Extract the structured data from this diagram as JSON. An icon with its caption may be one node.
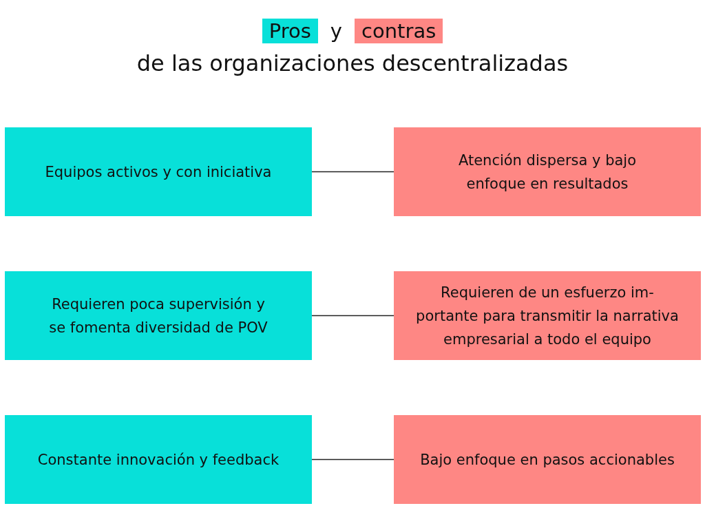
{
  "diagram": {
    "title": "de las organizaciones descentralizadas",
    "nodes": [
      {
        "text": [
          "Pros"
        ]
      },
      {
        "text": [
          "contras"
        ]
      },
      {
        "text": [
          "Equipos activos y con iniciativa"
        ]
      },
      {
        "text": [
          "Atención dispersa y bajo enfoque en resultados"
        ]
      },
      {
        "text": [
          "Requieren poca supervisión y se fomenta diversidad de POV"
        ]
      },
      {
        "text": [
          "Requieren de un esfuerzo im- portante para transmitir la narrativa empresarial a todo el equipo"
        ]
      },
      {
        "text": [
          "Constante innovación y feedback"
        ]
      },
      {
        "text": [
          "Bajo enfoque en pasos accionables"
        ]
      }
    ],
    "edges": [
      {
        "from": 2,
        "to": 3,
        "arrow": "none"
      },
      {
        "from": 4,
        "to": 5,
        "arrow": "none"
      },
      {
        "from": 6,
        "to": 7,
        "arrow": "none"
      }
    ],
    "labels": [
      "y"
    ]
  }
}
